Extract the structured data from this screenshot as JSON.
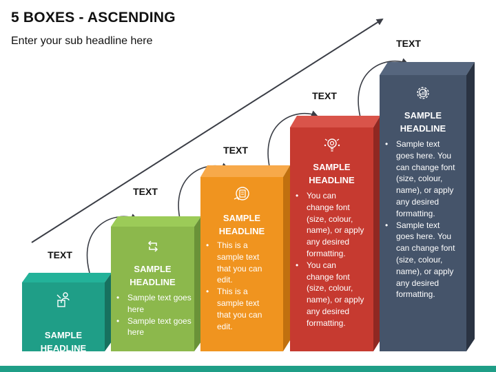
{
  "title": "5 BOXES - ASCENDING",
  "subtitle": "Enter your sub headline here",
  "steps": [
    {
      "label": "TEXT",
      "headline": "SAMPLE HEADLINE",
      "icon": "package-person-icon",
      "color": "#1f9e87",
      "bullets": []
    },
    {
      "label": "TEXT",
      "headline": "SAMPLE HEADLINE",
      "icon": "refresh-arrows-icon",
      "color": "#8cb84c",
      "bullets": [
        "Sample text goes here",
        "Sample text goes here"
      ]
    },
    {
      "label": "TEXT",
      "headline": "SAMPLE HEADLINE",
      "icon": "document-hand-icon",
      "color": "#f0941f",
      "bullets": [
        "This is a sample text that you can edit.",
        "This is a sample text that you can edit."
      ]
    },
    {
      "label": "TEXT",
      "headline": "SAMPLE HEADLINE",
      "icon": "target-bulb-icon",
      "color": "#c63a30",
      "bullets": [
        "You can change font (size, colour, name), or apply any desired formatting.",
        "You can change font (size, colour, name), or apply any desired formatting."
      ]
    },
    {
      "label": "TEXT",
      "headline": "SAMPLE HEADLINE",
      "icon": "gear-chart-icon",
      "color": "#45546a",
      "bullets": [
        "Sample text goes here. You can change font (size, colour, name), or apply any desired formatting.",
        "Sample text goes here. You can change font (size, colour, name), or apply any desired formatting."
      ]
    }
  ],
  "accent_color": "#1f9e87"
}
